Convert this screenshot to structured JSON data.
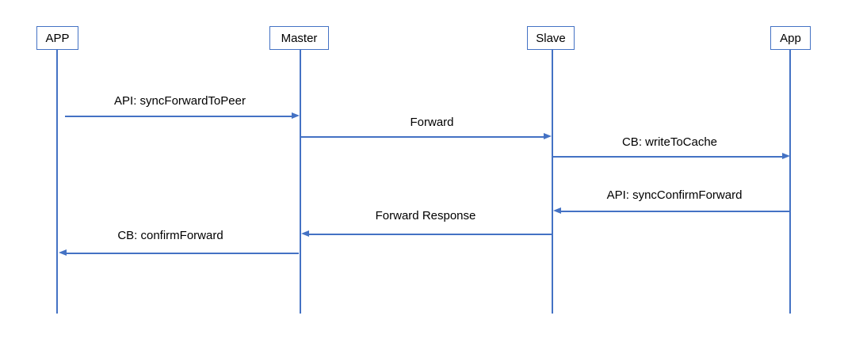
{
  "diagram": {
    "kind": "sequence-diagram",
    "accent_color": "#4472C4",
    "text_color": "#000000",
    "background_color": "#FFFFFF",
    "actors": [
      {
        "name": "APP"
      },
      {
        "name": "Master"
      },
      {
        "name": "Slave"
      },
      {
        "name": "App"
      }
    ],
    "messages": [
      {
        "label": "API: syncForwardToPeer",
        "from": "APP",
        "to": "Master",
        "direction": "right"
      },
      {
        "label": "Forward",
        "from": "Master",
        "to": "Slave",
        "direction": "right"
      },
      {
        "label": "CB: writeToCache",
        "from": "Slave",
        "to": "App",
        "direction": "right"
      },
      {
        "label": "API: syncConfirmForward",
        "from": "App",
        "to": "Slave",
        "direction": "left"
      },
      {
        "label": "Forward Response",
        "from": "Slave",
        "to": "Master",
        "direction": "left"
      },
      {
        "label": "CB: confirmForward",
        "from": "Master",
        "to": "APP",
        "direction": "left"
      }
    ]
  }
}
